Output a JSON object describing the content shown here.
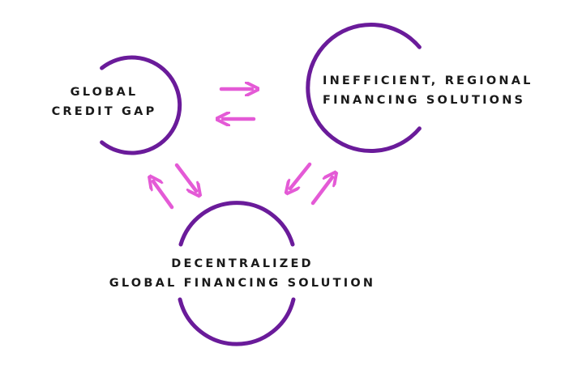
{
  "colors": {
    "circle": "#6a1b9a",
    "arrow": "#e45ad6",
    "text": "#1a1a1a",
    "background": "#ffffff"
  },
  "nodes": {
    "credit_gap": {
      "line1": "GLOBAL",
      "line2": "CREDIT GAP"
    },
    "regional": {
      "line1": "INEFFICIENT, REGIONAL",
      "line2": "FINANCING SOLUTIONS"
    },
    "decentralized": {
      "line1": "DECENTRALIZED",
      "line2": "GLOBAL FINANCING SOLUTION"
    }
  },
  "arrows": [
    {
      "from": "credit_gap",
      "to": "regional",
      "icon": "arrow-right-icon"
    },
    {
      "from": "regional",
      "to": "credit_gap",
      "icon": "arrow-left-icon"
    },
    {
      "from": "credit_gap",
      "to": "decentralized",
      "icon": "arrow-down-right-icon"
    },
    {
      "from": "decentralized",
      "to": "credit_gap",
      "icon": "arrow-up-left-icon"
    },
    {
      "from": "regional",
      "to": "decentralized",
      "icon": "arrow-down-left-icon"
    },
    {
      "from": "decentralized",
      "to": "regional",
      "icon": "arrow-up-right-icon"
    }
  ]
}
